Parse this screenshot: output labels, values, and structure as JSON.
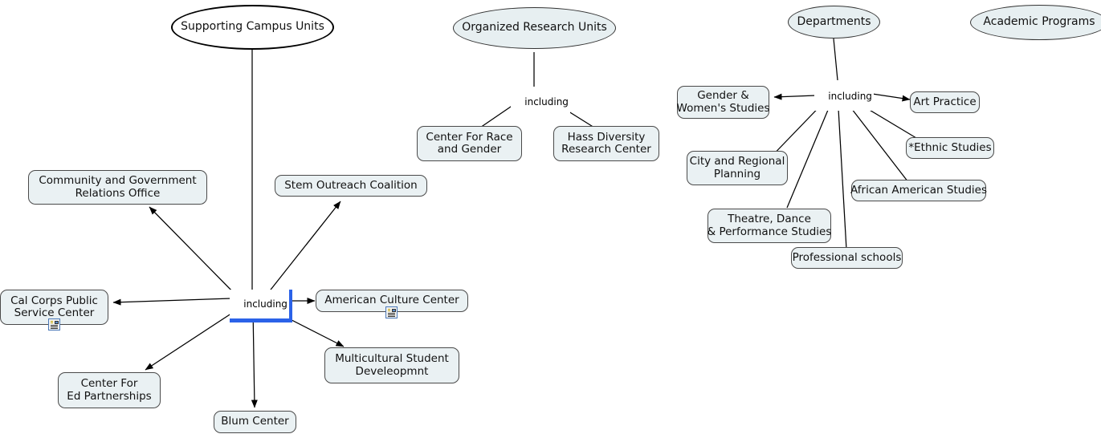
{
  "app": {
    "kind": "concept-map",
    "background": "#ffffff",
    "node_fill": "#eaf1f3",
    "node_stroke": "#4a4a4a",
    "selection_color": "#2b62e8",
    "edge_color": "#000000"
  },
  "roots": [
    {
      "id": "supporting-campus-units",
      "label": "Supporting Campus Units",
      "selected": true
    },
    {
      "id": "organized-research-units",
      "label": "Organized Research Units",
      "selected": false
    },
    {
      "id": "departments",
      "label": "Departments",
      "selected": false
    },
    {
      "id": "academic-programs",
      "label": "Academic Programs",
      "selected": false
    }
  ],
  "link_labels": {
    "supporting": "including",
    "research": "including",
    "departments": "including"
  },
  "supporting_campus_units": {
    "children": [
      {
        "id": "community-and-government-relations-office",
        "label": "Community and Government\nRelations Office",
        "has_resource_icon": false
      },
      {
        "id": "stem-outreach-coalition",
        "label": "Stem Outreach Coalition",
        "has_resource_icon": false
      },
      {
        "id": "cal-corps-public-service-center",
        "label": "Cal Corps Public\nService Center",
        "has_resource_icon": true
      },
      {
        "id": "american-culture-center",
        "label": "American Culture Center",
        "has_resource_icon": true
      },
      {
        "id": "multicultural-student-develeopmnt",
        "label": "Multicultural Student\nDeveleopmnt",
        "has_resource_icon": false
      },
      {
        "id": "center-for-ed-partnerships",
        "label": "Center For\nEd Partnerships",
        "has_resource_icon": false
      },
      {
        "id": "blum-center",
        "label": "Blum Center",
        "has_resource_icon": false
      }
    ]
  },
  "organized_research_units": {
    "children": [
      {
        "id": "center-for-race-and-gender",
        "label": "Center For Race\nand Gender"
      },
      {
        "id": "hass-diversity-research-center",
        "label": "Hass Diversity\nResearch Center"
      }
    ]
  },
  "departments": {
    "children": [
      {
        "id": "gender-and-womens-studies",
        "label": "Gender &\nWomen's Studies"
      },
      {
        "id": "art-practice",
        "label": "Art Practice"
      },
      {
        "id": "ethnic-studies",
        "label": "*Ethnic Studies"
      },
      {
        "id": "city-and-regional-planning",
        "label": "City and Regional\nPlanning"
      },
      {
        "id": "african-american-studies",
        "label": "African American Studies"
      },
      {
        "id": "theatre-dance-and-performance-studies",
        "label": "Theatre, Dance\n& Performance Studies"
      },
      {
        "id": "professional-schools",
        "label": "Professional schools"
      }
    ]
  },
  "icons": {
    "resource": "document-image-icon"
  }
}
